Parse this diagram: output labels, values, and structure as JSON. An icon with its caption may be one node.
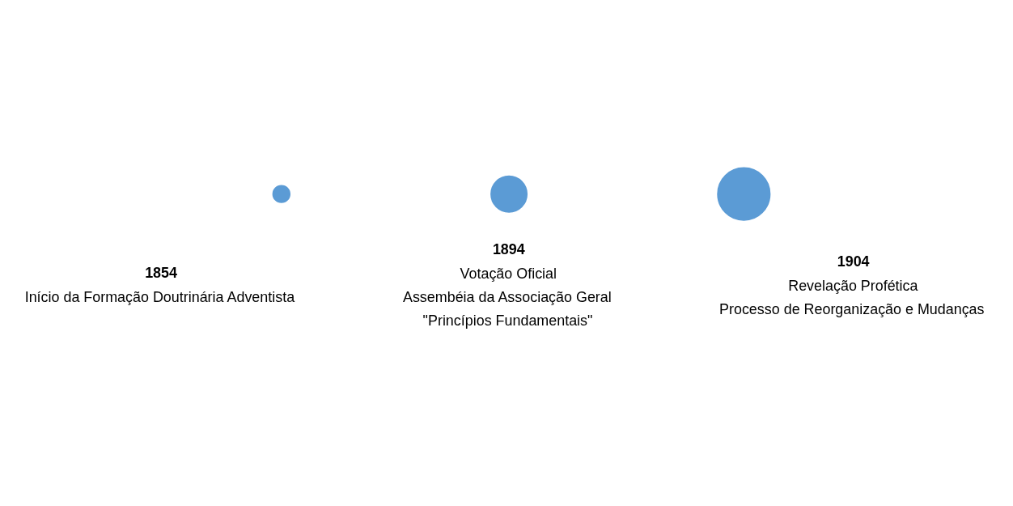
{
  "diagram": {
    "nodes": [
      {
        "text": [],
        "shape": "circle",
        "beside": [
          "1854",
          "Início da Formação Doutrinária Adventista"
        ]
      },
      {
        "text": [],
        "shape": "circle",
        "beside": [
          "1894",
          "Votação Oficial",
          "Assembéia da Associação Geral",
          "\"Princípios Fundamentais\""
        ]
      },
      {
        "text": [],
        "shape": "circle",
        "beside": [
          "1904",
          "Revelação Profética",
          "Processo de Reorganização e Mudanças"
        ]
      }
    ]
  }
}
